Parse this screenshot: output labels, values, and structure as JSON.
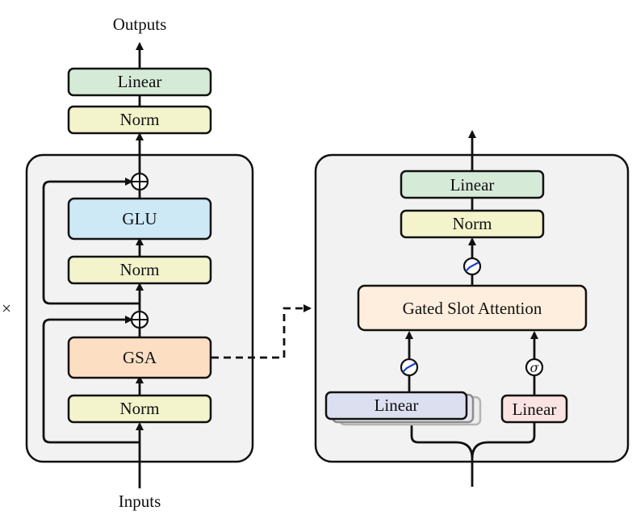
{
  "labels": {
    "outputs": "Outputs",
    "inputs": "Inputs",
    "repeat": "×",
    "left_linear": "Linear",
    "left_norm_top": "Norm",
    "glu": "GLU",
    "left_norm_mid": "Norm",
    "gsa": "GSA",
    "left_norm_bottom": "Norm",
    "right_linear_top": "Linear",
    "right_norm": "Norm",
    "gated_slot_attention": "Gated Slot Attention",
    "right_linear_left": "Linear",
    "right_linear_right": "Linear",
    "sigma": "σ"
  },
  "colors": {
    "linear": "#d6ead8",
    "norm": "#f3f4cc",
    "glu": "#cde9f6",
    "gsa": "#fcdfc3",
    "gated_slot_attention": "#fdeedd",
    "linear_multi": "#dcdff0",
    "linear_small": "#fbe3e3",
    "panel": "#f2f2f2",
    "activation": "#1a3fd0"
  }
}
